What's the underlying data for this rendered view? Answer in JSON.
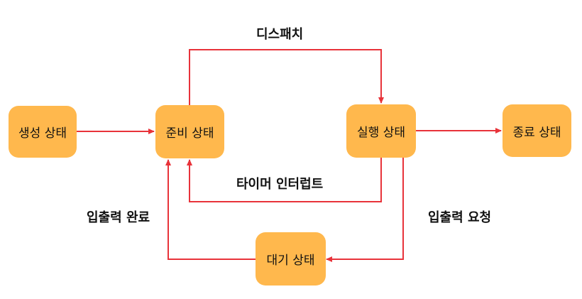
{
  "colors": {
    "box_fill": "#FFB84D",
    "arrow": "#E8333A",
    "text": "#111111",
    "background": "#FFFFFF"
  },
  "states": {
    "created": "생성 상태",
    "ready": "준비 상태",
    "running": "실행 상태",
    "terminated": "종료 상태",
    "waiting": "대기 상태"
  },
  "transitions": {
    "dispatch": "디스패치",
    "timer_interrupt": "타이머 인터럽트",
    "io_complete": "입출력 완료",
    "io_request": "입출력 요청"
  }
}
